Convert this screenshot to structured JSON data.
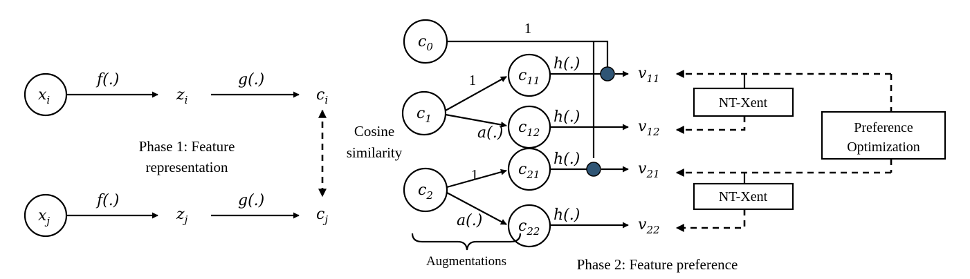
{
  "phase1": {
    "title_line1": "Phase 1: Feature",
    "title_line2": "representation",
    "nodes": [
      {
        "id": "xi",
        "base": "x",
        "sub": "i"
      },
      {
        "id": "xj",
        "base": "x",
        "sub": "j"
      }
    ],
    "z": [
      {
        "id": "zi",
        "base": "z",
        "sub": "i"
      },
      {
        "id": "zj",
        "base": "z",
        "sub": "j"
      }
    ],
    "c": [
      {
        "id": "ci",
        "base": "c",
        "sub": "i"
      },
      {
        "id": "cj",
        "base": "c",
        "sub": "j"
      }
    ],
    "f_label": "f(.)",
    "g_label": "g(.)",
    "cosine_line1": "Cosine",
    "cosine_line2": "similarity"
  },
  "phase2": {
    "title": "Phase 2: Feature preference",
    "augmentations_label": "Augmentations",
    "nodes": [
      {
        "id": "c0",
        "base": "c",
        "sub": "0"
      },
      {
        "id": "c1",
        "base": "c",
        "sub": "1"
      },
      {
        "id": "c2",
        "base": "c",
        "sub": "2"
      },
      {
        "id": "c11",
        "base": "c",
        "sub": "11"
      },
      {
        "id": "c12",
        "base": "c",
        "sub": "12"
      },
      {
        "id": "c21",
        "base": "c",
        "sub": "21"
      },
      {
        "id": "c22",
        "base": "c",
        "sub": "22"
      }
    ],
    "outputs": [
      {
        "id": "v11",
        "base": "v",
        "sub": "11"
      },
      {
        "id": "v12",
        "base": "v",
        "sub": "12"
      },
      {
        "id": "v21",
        "base": "v",
        "sub": "21"
      },
      {
        "id": "v22",
        "base": "v",
        "sub": "22"
      }
    ],
    "one_label": "1",
    "a_label": "a(.)",
    "h_label": "h(.)",
    "ntxent_label": "NT-Xent",
    "pref_line1": "Preference",
    "pref_line2": "Optimization"
  }
}
